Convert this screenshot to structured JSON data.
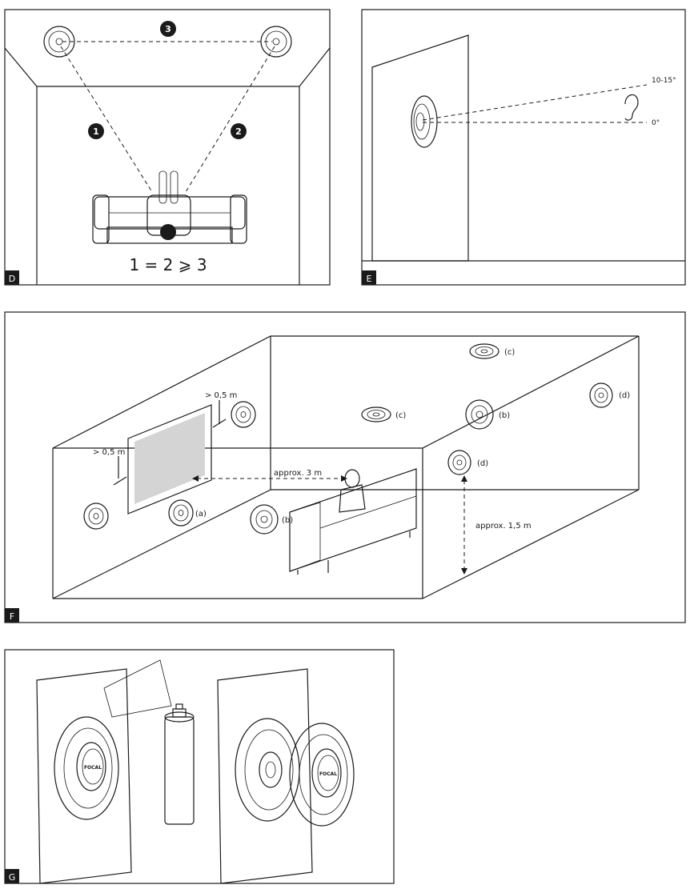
{
  "panels": {
    "d": {
      "corner": "D",
      "markers": [
        "1",
        "2",
        "3"
      ],
      "equation": "1 = 2 ⩾ 3"
    },
    "e": {
      "corner": "E",
      "angle_upper": "10-15°",
      "angle_lower": "0°"
    },
    "f": {
      "corner": "F",
      "dist_left": "> 0,5 m",
      "dist_top": "> 0,5 m",
      "dist_listen": "approx. 3 m",
      "height": "approx. 1,5 m",
      "labels": {
        "a": "(a)",
        "b": "(b)",
        "c": "(c)",
        "d": "(d)"
      }
    },
    "g": {
      "corner": "G",
      "brand": "FOCAL"
    }
  }
}
